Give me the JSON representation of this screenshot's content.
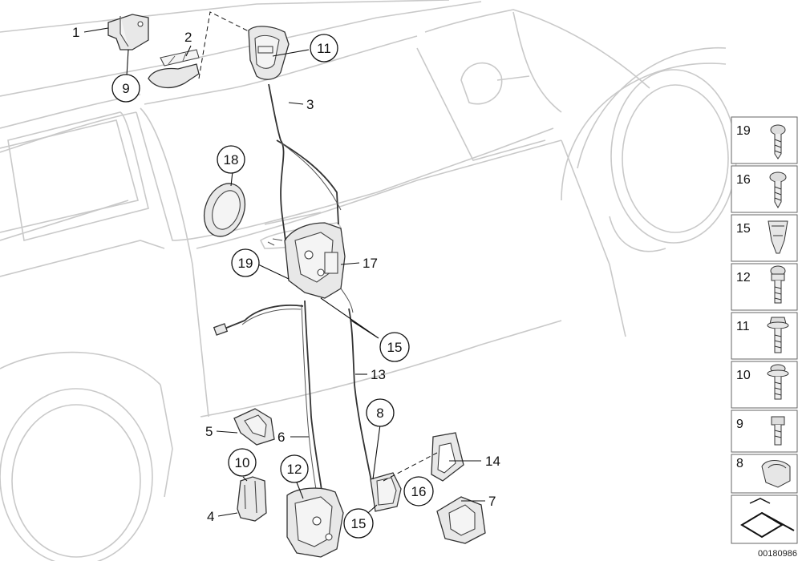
{
  "callouts": {
    "c1": "1",
    "c2": "2",
    "c3": "3",
    "c4": "4",
    "c5": "5",
    "c6": "6",
    "c7": "7",
    "c8": "8",
    "c9": "9",
    "c10": "10",
    "c11": "11",
    "c12": "12",
    "c13": "13",
    "c14": "14",
    "c15a": "15",
    "c15b": "15",
    "c16": "16",
    "c17": "17",
    "c18": "18",
    "c19": "19"
  },
  "legend": [
    {
      "number": "19",
      "icon": "pan-head-screw-icon"
    },
    {
      "number": "16",
      "icon": "wood-screw-icon"
    },
    {
      "number": "15",
      "icon": "clip-nut-icon"
    },
    {
      "number": "12",
      "icon": "collar-bolt-icon"
    },
    {
      "number": "11",
      "icon": "flange-bolt-icon"
    },
    {
      "number": "10",
      "icon": "washer-screw-icon"
    },
    {
      "number": "9",
      "icon": "short-bolt-icon"
    },
    {
      "number": "8",
      "icon": "cable-clip-icon"
    }
  ],
  "diagram_id": "00180986"
}
